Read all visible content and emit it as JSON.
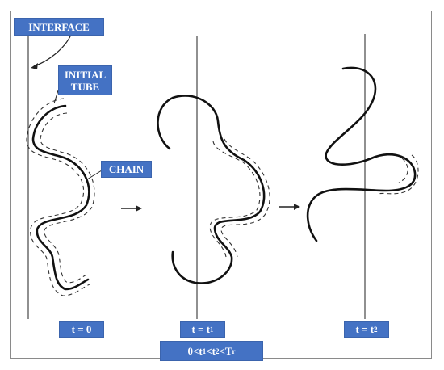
{
  "labels": {
    "interface": "INTERFACE",
    "initial_tube_line1": "INITIAL",
    "initial_tube_line2": "TUBE",
    "chain": "CHAIN"
  },
  "time_labels": {
    "t0": "t = 0",
    "t1_base": "t = t",
    "t1_sub": "1",
    "t2_base": "t = t",
    "t2_sub": "2",
    "condition": {
      "p1": "0<t",
      "s1": "1",
      "p2": "<t",
      "s2": "2",
      "p3": "<T",
      "s3": "r"
    }
  },
  "colors": {
    "label_fill": "#4472c4",
    "label_text": "#ffffff",
    "line": "#111111"
  }
}
